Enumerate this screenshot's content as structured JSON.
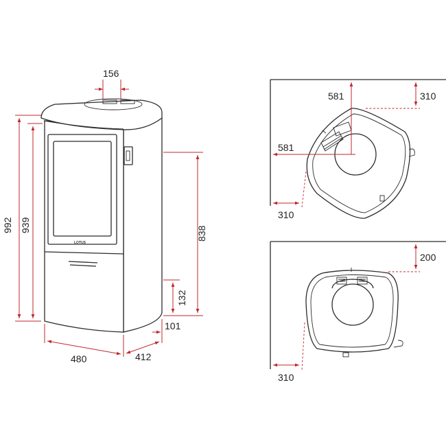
{
  "brand": "LOTUS",
  "accent_color": "#c1272d",
  "front_view": {
    "total_height": "992",
    "outlet_height": "939",
    "top_outlet_width": "156",
    "side_outlet_height": "838",
    "air_inlet_height": "132",
    "air_inlet_offset": "101",
    "width": "480",
    "depth": "412"
  },
  "corner_install": {
    "wall_clearance_back": "310",
    "outlet_from_back_wall": "581",
    "outlet_from_side_wall": "581",
    "wall_clearance_side": "310"
  },
  "wall_install": {
    "clearance_back": "200",
    "clearance_side": "310"
  }
}
